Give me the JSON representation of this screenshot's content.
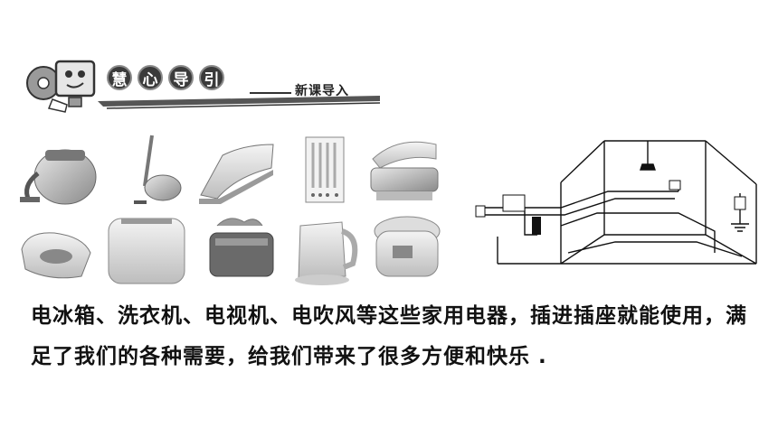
{
  "header": {
    "chars": [
      "慧",
      "心",
      "导",
      "引"
    ],
    "subtitle": "新课导入"
  },
  "appliances": {
    "row1": [
      "vacuum-cleaner-wet-dry",
      "vacuum-cleaner-canister",
      "steam-iron",
      "heater-panel",
      "tanning-bed"
    ],
    "row2": [
      "sandwich-maker",
      "toaster-white",
      "toaster-dark",
      "electric-kettle",
      "deep-fryer"
    ]
  },
  "paragraph": {
    "text": "电冰箱、洗衣机、电视机、电吹风等这些家用电器，插进插座就能使用，满足了我们的各种需要，给我们带来了很多方便和快乐 ."
  },
  "colors": {
    "text": "#111111",
    "badge": "#3a3a3a",
    "appliance": "#c8c8c8"
  }
}
